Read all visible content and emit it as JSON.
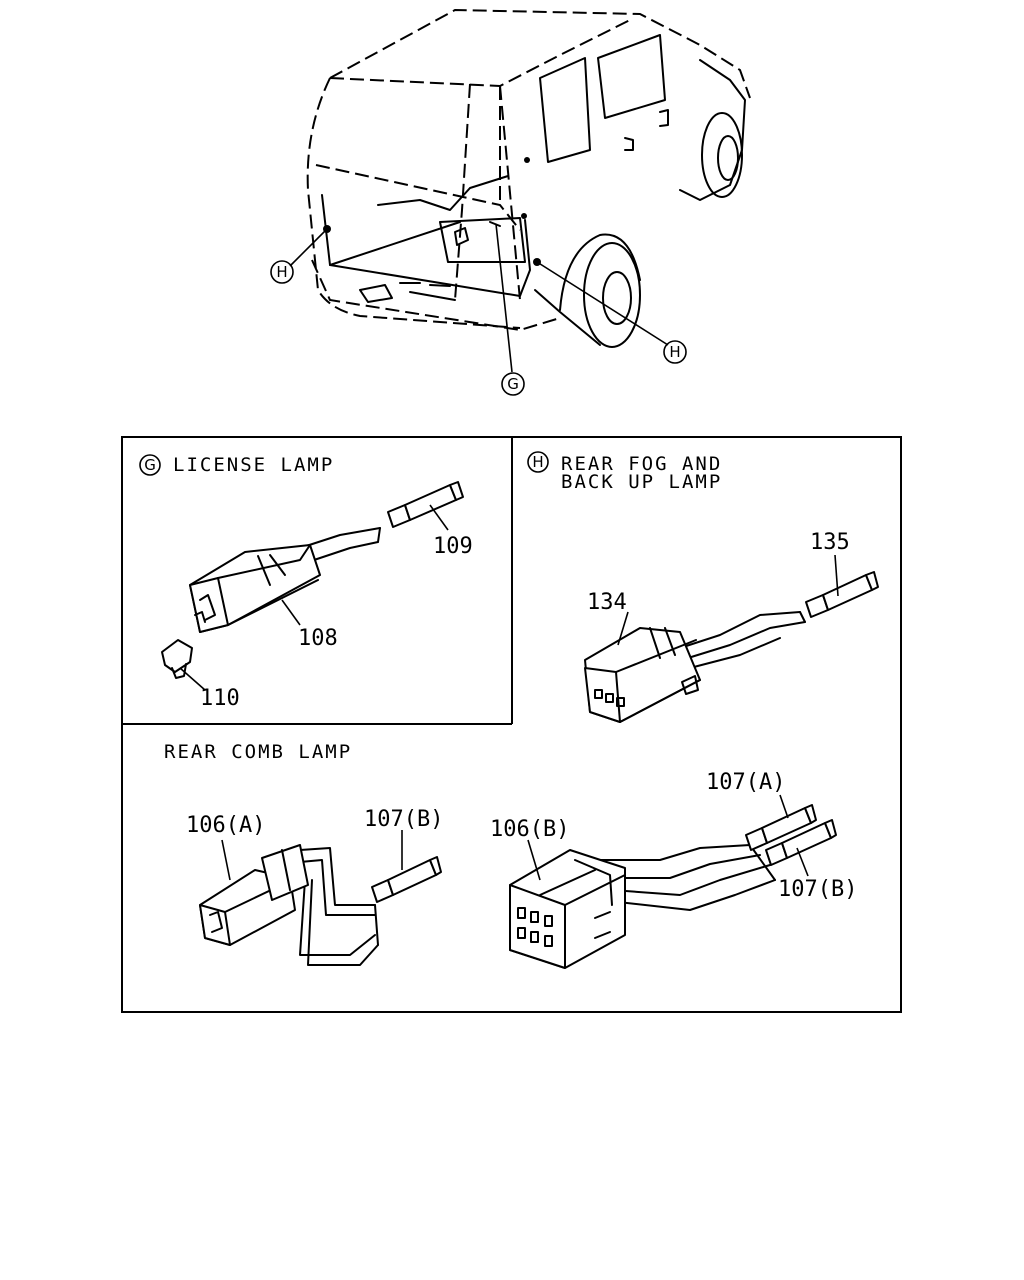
{
  "callouts": {
    "g": "G",
    "h": "H"
  },
  "sections": {
    "license": "LICENSE LAMP",
    "rear_fog_line1": "REAR FOG AND",
    "rear_fog_line2": "BACK UP LAMP",
    "rear_comb": "REAR COMB LAMP"
  },
  "parts": {
    "p109": "109",
    "p108": "108",
    "p110": "110",
    "p135": "135",
    "p134": "134",
    "p106a": "106(A)",
    "p107b_left": "107(B)",
    "p106b": "106(B)",
    "p107a": "107(A)",
    "p107b_right": "107(B)"
  }
}
